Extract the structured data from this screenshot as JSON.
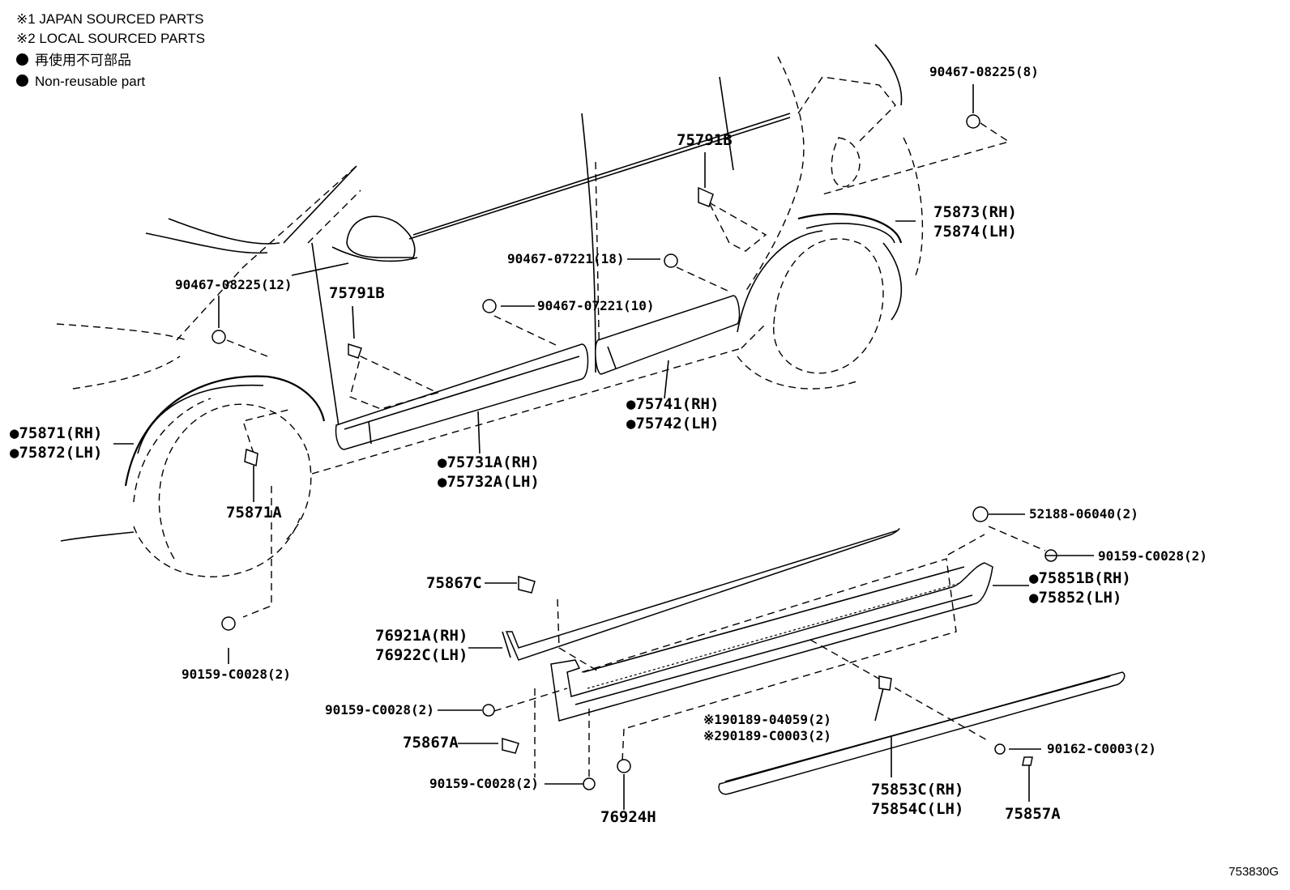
{
  "legend": {
    "japan_sourced": "※1 JAPAN SOURCED PARTS",
    "local_sourced": "※2 LOCAL SOURCED PARTS",
    "non_reusable_jp": "再使用不可部品",
    "non_reusable_en": "Non-reusable part"
  },
  "figure_code": "753830G",
  "callouts": {
    "c01": "90467-08225(8)",
    "c02": "75791B",
    "c03": "75873(RH)",
    "c04": "75874(LH)",
    "c05": "90467-07221(18)",
    "c06": "90467-07221(10)",
    "c07": "90467-08225(12)",
    "c08": "75791B",
    "c09": "●75741(RH)",
    "c10": "●75742(LH)",
    "c11": "●75871(RH)",
    "c12": "●75872(LH)",
    "c13": "●75731A(RH)",
    "c14": "●75732A(LH)",
    "c15": "75871A",
    "c16": "52188-06040(2)",
    "c17": "90159-C0028(2)",
    "c18": "●75851B(RH)",
    "c19": "●75852(LH)",
    "c20": "75867C",
    "c21": "76921A(RH)",
    "c22": "76922C(LH)",
    "c23": "90159-C0028(2)",
    "c24": "90159-C0028(2)",
    "c25": "※190189-04059(2)",
    "c26": "※290189-C0003(2)",
    "c27": "75867A",
    "c28": "90162-C0003(2)",
    "c29": "90159-C0028(2)",
    "c30": "75853C(RH)",
    "c31": "75854C(LH)",
    "c32": "76924H",
    "c33": "75857A"
  }
}
